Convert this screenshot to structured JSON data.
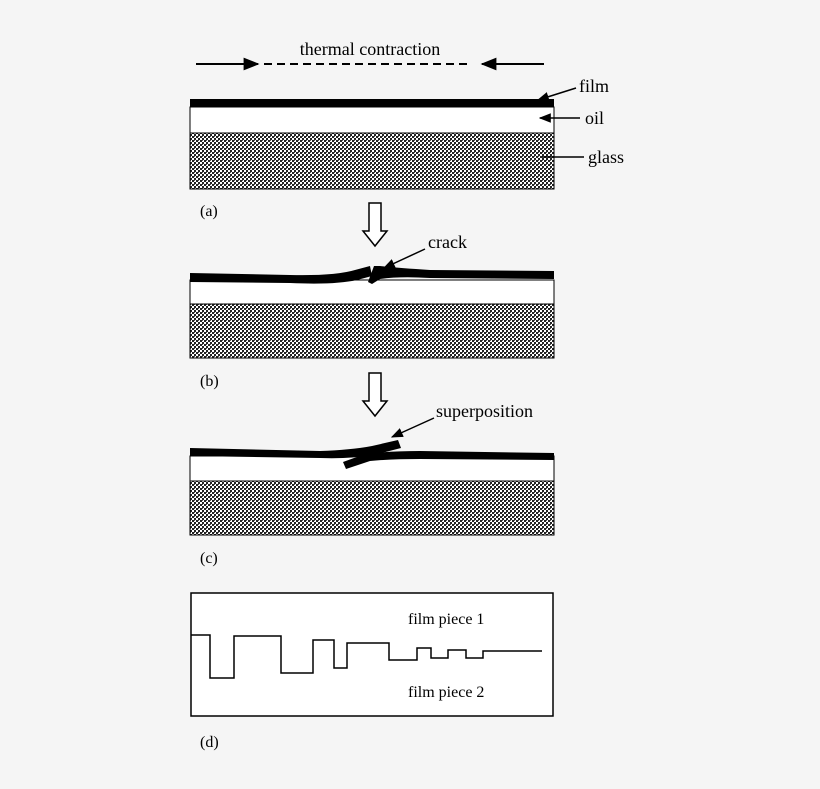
{
  "labels": {
    "thermal_contraction": "thermal contraction",
    "film": "film",
    "oil": "oil",
    "glass": "glass",
    "crack": "crack",
    "superposition": "superposition",
    "film_piece_1": "film piece 1",
    "film_piece_2": "film piece 2"
  },
  "panels": {
    "a": "(a)",
    "b": "(b)",
    "c": "(c)",
    "d": "(d)"
  },
  "colors": {
    "background": "#f5f5f5",
    "ink": "#000000",
    "oil": "#ffffff",
    "glass_dot": "#222222",
    "glass_light": "#ffffff"
  }
}
